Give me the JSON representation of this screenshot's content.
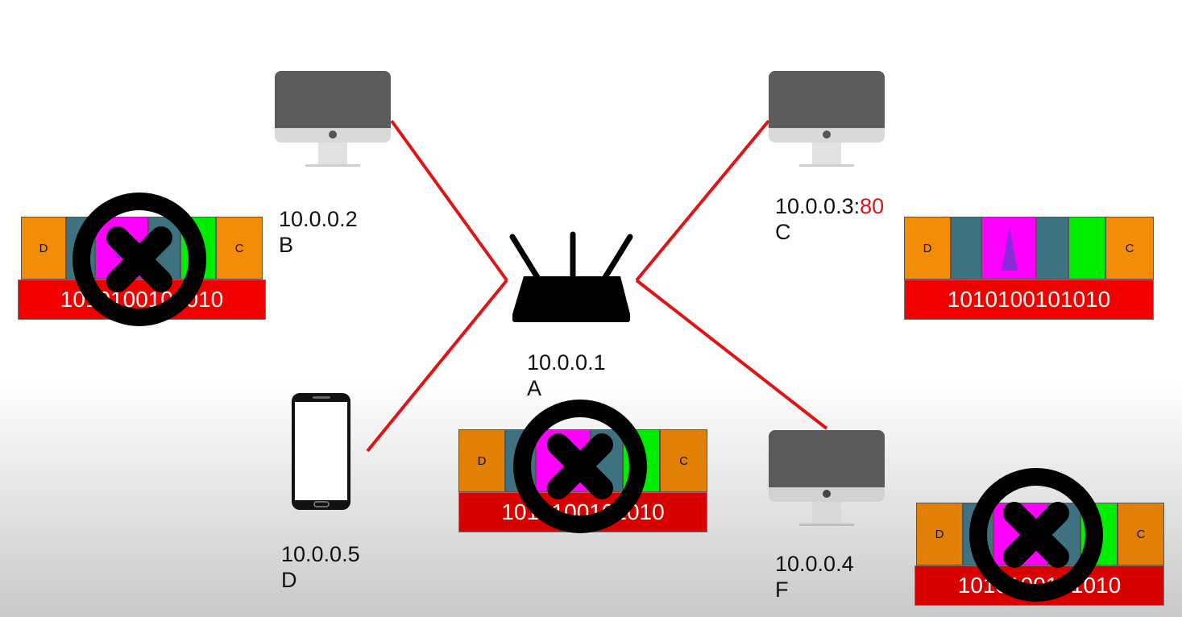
{
  "colors": {
    "link": "#e01414",
    "orange": "#f38d07",
    "orange_dark": "#e27f05",
    "teal": "#3e7281",
    "magenta": "#ff00ff",
    "green": "#00ee00",
    "bar_red": "#f20000",
    "bar_red_dark": "#d90000",
    "triangle": "#8a2bd9",
    "x_mark": "#000000"
  },
  "nodes": {
    "router": {
      "ip": "10.0.0.1",
      "name": "A",
      "icon": "router-icon"
    },
    "pc_b": {
      "ip": "10.0.0.2",
      "name": "B",
      "icon": "desktop-computer-icon"
    },
    "pc_c": {
      "ip": "10.0.0.3:",
      "port": "80",
      "name": "C",
      "icon": "desktop-computer-icon"
    },
    "phone_d": {
      "ip": "10.0.0.5",
      "name": "D",
      "icon": "smartphone-icon"
    },
    "pc_f": {
      "ip": "10.0.0.4",
      "name": "F",
      "icon": "desktop-computer-icon"
    }
  },
  "packets": {
    "b": {
      "dst": "D",
      "src": "C",
      "payload": "1010100101010",
      "rejected": true
    },
    "c": {
      "dst": "D",
      "src": "C",
      "payload": "1010100101010",
      "rejected": false
    },
    "a": {
      "dst": "D",
      "src": "C",
      "payload": "1010100101010",
      "rejected": true
    },
    "f": {
      "dst": "D",
      "src": "C",
      "payload": "1010100101010",
      "rejected": true
    }
  }
}
